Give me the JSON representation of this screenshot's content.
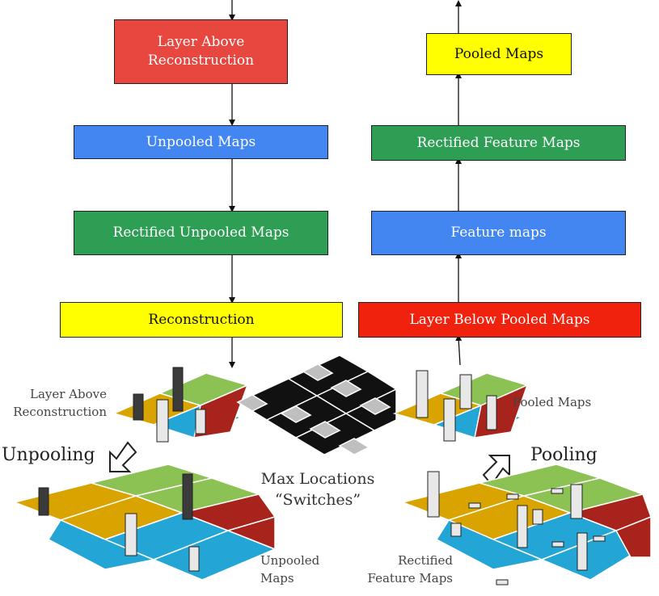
{
  "colors": {
    "red": "#E8473F",
    "bright_red": "#F0220E",
    "blue": "#4386F2",
    "green": "#2E9E55",
    "yellow": "#FFFF00",
    "grid_orange": "#D9A400",
    "grid_green": "#8CC153",
    "grid_blue": "#23A5D6",
    "grid_red": "#A8231B"
  },
  "deconv_path": {
    "layer_above_reconstruction": "Layer Above Reconstruction",
    "unpooled_maps": "Unpooled Maps",
    "rectified_unpooled_maps": "Rectified Unpooled Maps",
    "reconstruction": "Reconstruction"
  },
  "conv_path": {
    "pooled_maps": "Pooled Maps",
    "rectified_feature_maps": "Rectified Feature Maps",
    "feature_maps": "Feature maps",
    "layer_below_pooled_maps": "Layer Below Pooled Maps"
  },
  "illustration": {
    "layer_above_reconstruction": "Layer Above Reconstruction",
    "unpooling": "Unpooling",
    "unpooled_maps": "Unpooled Maps",
    "switches": "Max Locations “Switches”",
    "pooled_maps": "Pooled Maps",
    "pooling": "Pooling",
    "rectified_feature_maps": "Rectified Feature Maps"
  }
}
